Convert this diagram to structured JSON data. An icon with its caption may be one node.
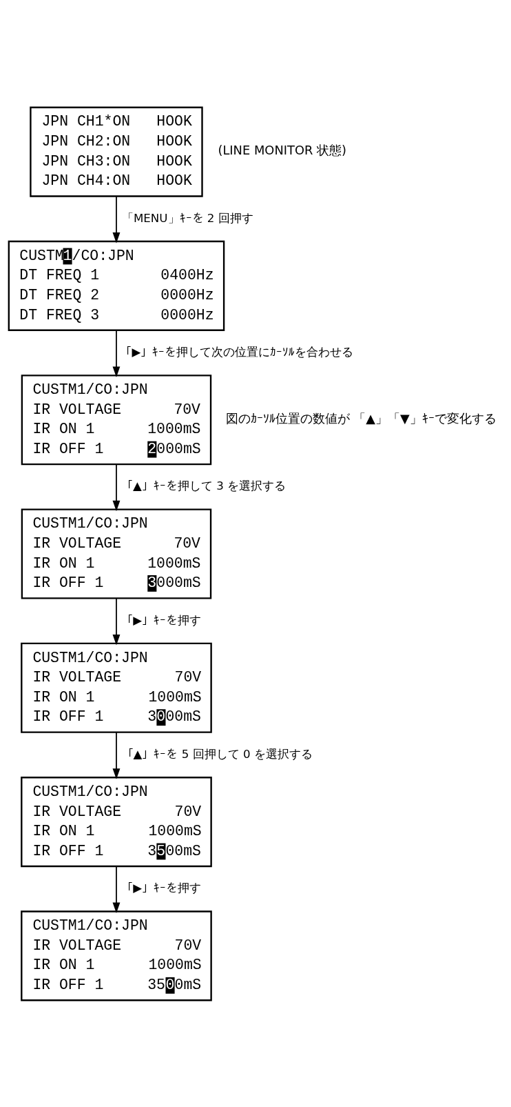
{
  "diagram": {
    "nodes": [
      {
        "text": [
          "JPN CH1*ON HOOK",
          "JPN CH2:ON HOOK",
          "JPN CH3:ON HOOK",
          "JPN CH4:ON HOOK"
        ],
        "beside": [
          "(LINE MONITOR 状態)"
        ]
      },
      {
        "text": [
          "CUSTM1/CO:JPN",
          "DT FREQ 1 0400Hz",
          "DT FREQ 2 0000Hz",
          "DT FREQ 3 0000Hz"
        ]
      },
      {
        "text": [
          "CUSTM1/CO:JPN",
          "IR VOLTAGE 70V",
          "IR ON 1 1000mS",
          "IR OFF 1 2000mS"
        ],
        "beside": [
          "図のｶｰｿﾙ位置の数値が 「▲」「▼」ｷｰで変化する"
        ]
      },
      {
        "text": [
          "CUSTM1/CO:JPN",
          "IR VOLTAGE 70V",
          "IR ON 1 1000mS",
          "IR OFF 1 3000mS"
        ]
      },
      {
        "text": [
          "CUSTM1/CO:JPN",
          "IR VOLTAGE 70V",
          "IR ON 1 1000mS",
          "IR OFF 1 3000mS"
        ]
      },
      {
        "text": [
          "CUSTM1/CO:JPN",
          "IR VOLTAGE 70V",
          "IR ON 1 1000mS",
          "IR OFF 1 3500mS"
        ]
      },
      {
        "text": [
          "CUSTM1/CO:JPN",
          "IR VOLTAGE 70V",
          "IR ON 1 1000mS",
          "IR OFF 1 3500mS"
        ]
      }
    ],
    "edges": [
      {
        "from": 0,
        "to": 1,
        "arrow": "to",
        "label": "「MENU」ｷｰを 2 回押す"
      },
      {
        "from": 1,
        "to": 2,
        "arrow": "to",
        "label": "「▶」ｷｰを押して次の位置にｶｰｿﾙを合わせる"
      },
      {
        "from": 2,
        "to": 3,
        "arrow": "to",
        "label": "「▲」ｷｰを押して 3 を選択する"
      },
      {
        "from": 3,
        "to": 4,
        "arrow": "to",
        "label": "「▶」ｷｰを押す"
      },
      {
        "from": 4,
        "to": 5,
        "arrow": "to",
        "label": "「▲」ｷｰを 5 回押して 0 を選択する"
      },
      {
        "from": 5,
        "to": 6,
        "arrow": "to",
        "label": "「▶」ｷｰを押す"
      }
    ]
  }
}
